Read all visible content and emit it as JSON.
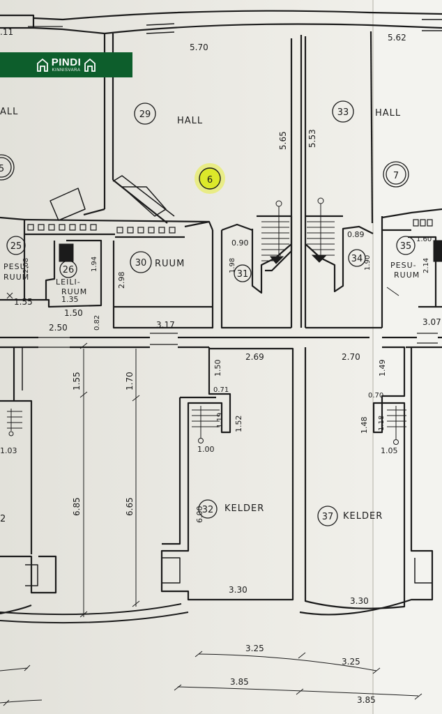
{
  "logo": {
    "name": "PINDI",
    "sub": "KINNISVARA"
  },
  "marker": {
    "label": "6"
  },
  "rooms": [
    {
      "num": "29",
      "label": "HALL"
    },
    {
      "num": "33",
      "label": "HALL"
    },
    {
      "num": "7",
      "label": ""
    },
    {
      "num": "25",
      "label": "PESU-"
    },
    {
      "num": "26",
      "label": "LEILI-"
    },
    {
      "num": "30",
      "label": "RUUM"
    },
    {
      "num": "31",
      "label": ""
    },
    {
      "num": "34",
      "label": ""
    },
    {
      "num": "35",
      "label": "PESU-"
    },
    {
      "num": "32",
      "label": "KELDER"
    },
    {
      "num": "37",
      "label": "KELDER"
    }
  ],
  "room_extra": {
    "r25b": "RUUM",
    "r26b": "RUUM",
    "r35b": "RUUM",
    "hall_left": "ALL",
    "partial_left": "5",
    "partial_num": "2"
  },
  "dims": {
    "d1": "5.70",
    "d2": "5.62",
    "d3": "5.65",
    "d4": "5.53",
    "d5": ".11",
    "d6": "2.08",
    "d7": "1.94",
    "d8": "1.35",
    "d9": "1.55",
    "d10": "1.50",
    "d11": "0.82",
    "d12": "2.50",
    "d13": "2.98",
    "d14": "3.17",
    "d15": "0.90",
    "d16": "1.98",
    "d17": "0.89",
    "d18": "1.90",
    "d19": "1.60",
    "d20": "2.14",
    "d21": "3.07",
    "d22": "1.55",
    "d23": "1.70",
    "d24": "6.85",
    "d25": "6.65",
    "d26": "1.50",
    "d27": "2.69",
    "d28": "0.71",
    "d29": "1.19",
    "d30": "1.52",
    "d31": "1.00",
    "d32": "2.70",
    "d33": "1.49",
    "d34": "0.70",
    "d35": "1.48",
    "d36": "1.18",
    "d37": "1.05",
    "d38": "6.00",
    "d39": "3.30",
    "d40": "3.30",
    "d41": "1.03",
    "d42": "3.25",
    "d43": "3.25",
    "d44": "3.85",
    "d45": "3.85"
  }
}
